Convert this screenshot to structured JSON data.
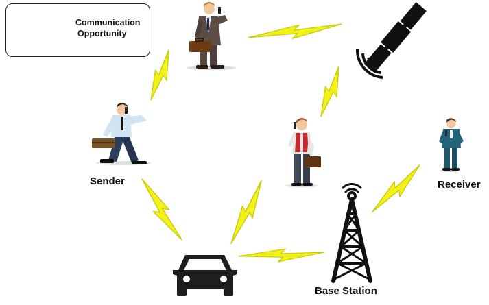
{
  "legend": {
    "line1": "Communication",
    "line2": "Opportunity",
    "icon": "lightning-bolt-icon"
  },
  "nodes": {
    "sender": {
      "label": "Sender",
      "icon": "businessman-walking-phone-icon"
    },
    "receiver": {
      "label": "Receiver",
      "icon": "man-on-phone-icon"
    },
    "base_station": {
      "label": "Base Station",
      "icon": "radio-tower-icon"
    },
    "satellite": {
      "icon": "satellite-icon"
    },
    "car": {
      "icon": "car-icon"
    },
    "top_man": {
      "icon": "businessman-on-phone-icon"
    },
    "middle_man": {
      "icon": "man-red-vest-on-phone-icon"
    }
  },
  "colors": {
    "bolt_fill": "#f2f21a",
    "bolt_stroke": "#c9c900",
    "text": "#111111",
    "icon_dark": "#1e1e1e"
  }
}
